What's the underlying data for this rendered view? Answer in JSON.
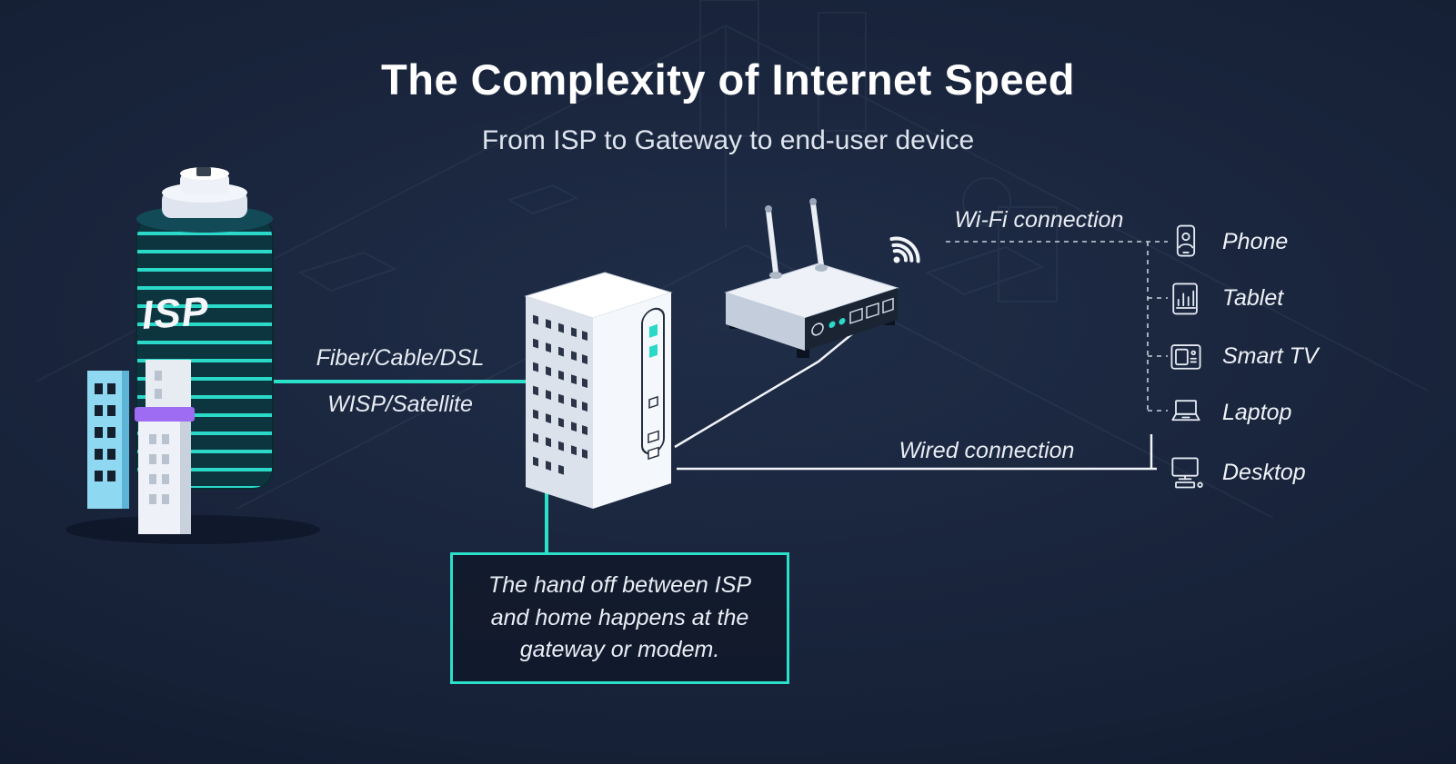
{
  "header": {
    "title": "The Complexity of Internet Speed",
    "subtitle": "From ISP to Gateway to end-user device"
  },
  "isp": {
    "label": "ISP"
  },
  "links": {
    "isp_line1": "Fiber/Cable/DSL",
    "isp_line2": "WISP/Satellite",
    "wifi_label": "Wi-Fi connection",
    "wired_label": "Wired connection"
  },
  "devices": [
    {
      "icon": "phone-icon",
      "label": "Phone"
    },
    {
      "icon": "tablet-icon",
      "label": "Tablet"
    },
    {
      "icon": "smart-tv-icon",
      "label": "Smart TV"
    },
    {
      "icon": "laptop-icon",
      "label": "Laptop"
    },
    {
      "icon": "desktop-icon",
      "label": "Desktop"
    }
  ],
  "callout": {
    "text": "The hand off between ISP and home happens at the gateway or modem."
  },
  "colors": {
    "accent_teal": "#2be0c9",
    "background": "#131c2f",
    "text": "#ffffff",
    "purple": "#9d6cf2",
    "light_blue": "#8ed8f2"
  }
}
